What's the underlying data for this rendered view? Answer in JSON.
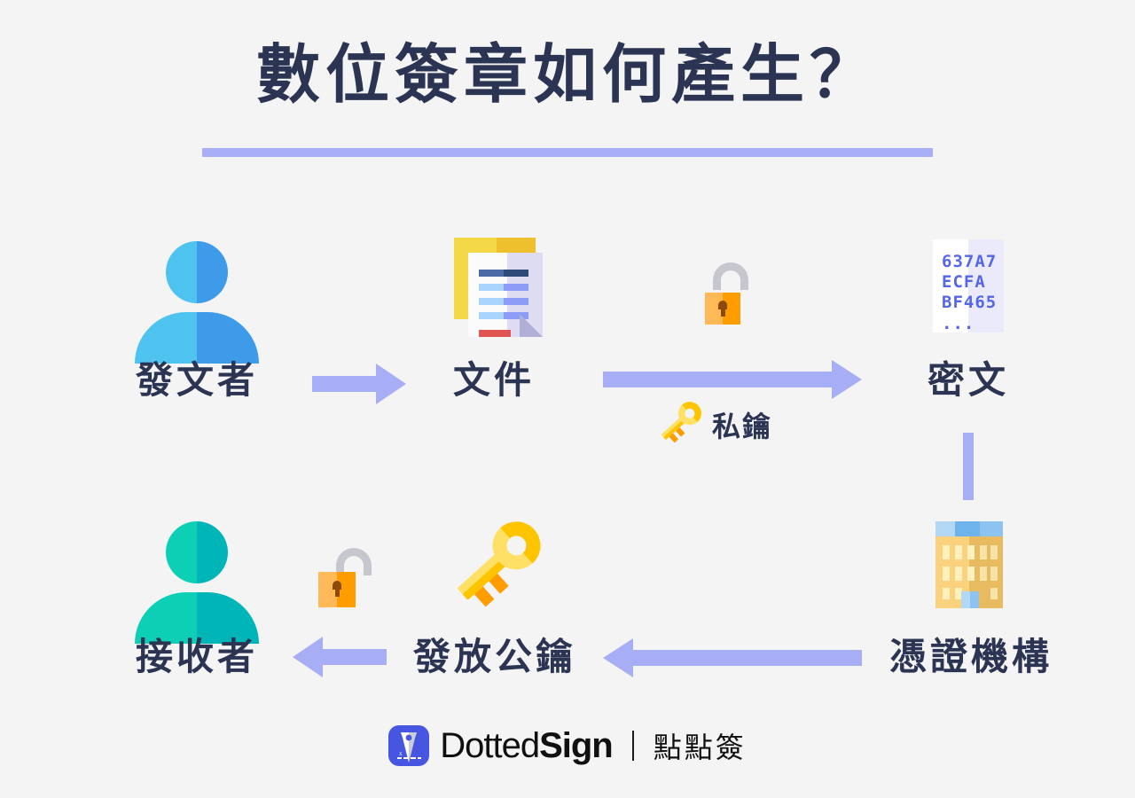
{
  "page": {
    "title": "數位簽章如何產生？",
    "background_color": "#f4f4f4",
    "accent_color": "#a8aef5",
    "text_color": "#2b3452"
  },
  "flow": {
    "top_row": {
      "sender": {
        "label": "發文者",
        "icon": "person-icon",
        "color": "#3d9be9"
      },
      "document": {
        "label": "文件",
        "icon": "document-icon"
      },
      "lock": {
        "icon": "closed-padlock-icon"
      },
      "ciphertext": {
        "label": "密文",
        "icon": "ciphertext-box-icon",
        "lines": [
          "637A7",
          "ECFA",
          "BF465",
          "..."
        ]
      },
      "private_key": {
        "label": "私鑰",
        "icon": "key-icon"
      }
    },
    "bottom_row": {
      "receiver": {
        "label": "接收者",
        "icon": "person-icon",
        "color": "#00b5b8"
      },
      "open_lock": {
        "icon": "open-padlock-icon"
      },
      "public_key": {
        "label": "發放公鑰",
        "icon": "key-icon"
      },
      "authority": {
        "label": "憑證機構",
        "icon": "building-icon"
      }
    },
    "arrows": {
      "sender_to_document": "arrow-right-icon",
      "document_to_ciphertext": "arrow-right-icon",
      "ciphertext_to_authority": "connector-line",
      "authority_to_public_key": "arrow-left-icon",
      "public_key_to_receiver": "arrow-left-icon"
    }
  },
  "footer": {
    "logo_icon": "dottedsign-logo-icon",
    "brand_thin": "Dotted",
    "brand_bold": "Sign",
    "brand_cn": "點點簽"
  }
}
